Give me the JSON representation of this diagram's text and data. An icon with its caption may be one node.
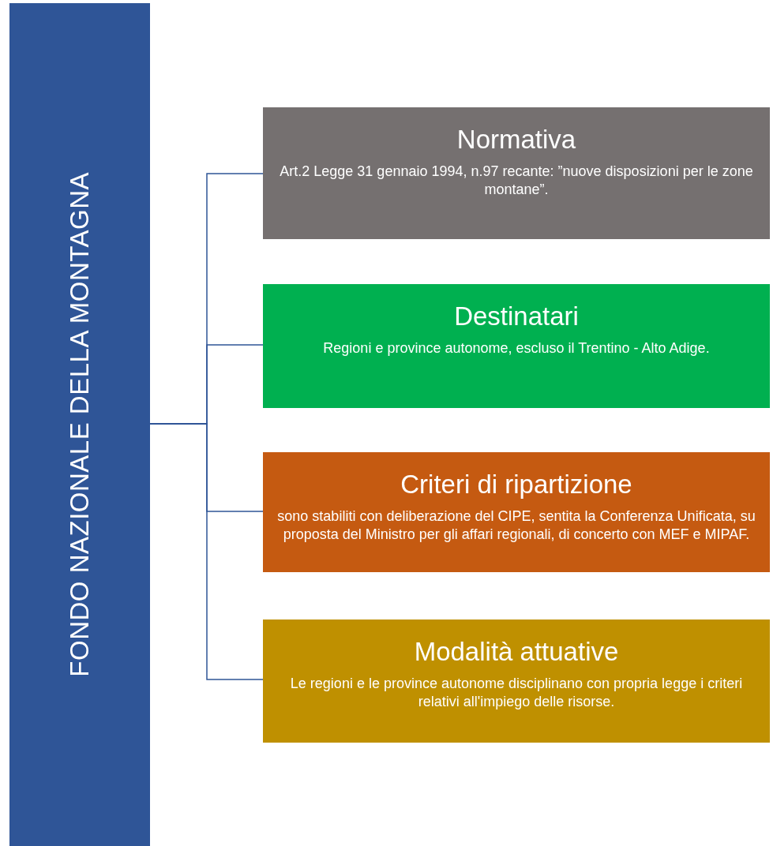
{
  "diagram": {
    "nodes": [
      {
        "text": [
          "FONDO NAZIONALE DELLA MONTAGNA"
        ]
      },
      {
        "text": [
          "Normativa",
          "Art.2 Legge 31 gennaio 1994, n.97 recante: ”nuove disposizioni per le zone montane”."
        ]
      },
      {
        "text": [
          "Destinatari",
          "Regioni e province autonome, escluso il Trentino - Alto Adige."
        ]
      },
      {
        "text": [
          "Criteri di ripartizione",
          "sono stabiliti con deliberazione del CIPE, sentita la Conferenza Unificata, su proposta del Ministro per gli affari regionali, di concerto con MEF e MIPAF."
        ]
      },
      {
        "text": [
          "Modalità attuative",
          "Le regioni e le province autonome disciplinano con propria legge i criteri relativi all'impiego delle risorse."
        ]
      }
    ],
    "edges": [
      {
        "from": 0,
        "to": 1,
        "arrow": "none"
      },
      {
        "from": 0,
        "to": 2,
        "arrow": "none"
      },
      {
        "from": 0,
        "to": 3,
        "arrow": "none"
      },
      {
        "from": 0,
        "to": 4,
        "arrow": "none"
      }
    ]
  }
}
